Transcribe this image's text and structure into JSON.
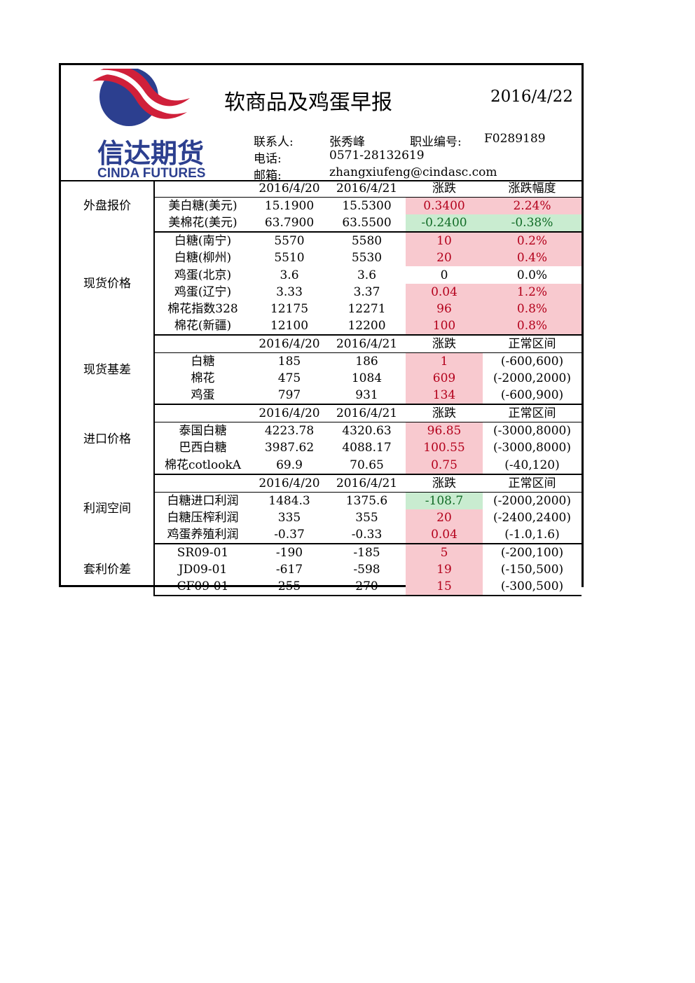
{
  "brand": {
    "logo_cn": "信达期货",
    "logo_en": "CINDA FUTURES",
    "colors": {
      "navy": "#2c3f8f",
      "red": "#d0203a",
      "pos_bg": "#f8c9cf",
      "neg_bg": "#c9ecd0"
    }
  },
  "header": {
    "title": "软商品及鸡蛋早报",
    "date": "2016/4/22",
    "contact_label": "联系人:",
    "contact_name": "张秀峰",
    "license_label": "职业编号:",
    "license_no": "F0289189",
    "phone_label": "电话:",
    "phone": "0571-28132619",
    "email_label": "邮箱:",
    "email": "zhangxiufeng@cindasc.com"
  },
  "sections": [
    {
      "name": "外盘报价",
      "header": [
        "",
        "2016/4/20",
        "2016/4/21",
        "涨跌",
        "涨跌幅度"
      ],
      "rows": [
        {
          "item": "美白糖(美元)",
          "prev": "15.1900",
          "curr": "15.5300",
          "chg": "0.3400",
          "extra": "2.24%",
          "sign": "pos",
          "extra_sign": "pos"
        },
        {
          "item": "美棉花(美元)",
          "prev": "63.7900",
          "curr": "63.5500",
          "chg": "-0.2400",
          "extra": "-0.38%",
          "sign": "neg",
          "extra_sign": "neg"
        }
      ]
    },
    {
      "name": "现货价格",
      "header": null,
      "rows": [
        {
          "item": "白糖(南宁)",
          "prev": "5570",
          "curr": "5580",
          "chg": "10",
          "extra": "0.2%",
          "sign": "pos",
          "extra_sign": "pos"
        },
        {
          "item": "白糖(柳州)",
          "prev": "5510",
          "curr": "5530",
          "chg": "20",
          "extra": "0.4%",
          "sign": "pos",
          "extra_sign": "pos"
        },
        {
          "item": "鸡蛋(北京)",
          "prev": "3.6",
          "curr": "3.6",
          "chg": "0",
          "extra": "0.0%",
          "sign": "zero",
          "extra_sign": "zero"
        },
        {
          "item": "鸡蛋(辽宁)",
          "prev": "3.33",
          "curr": "3.37",
          "chg": "0.04",
          "extra": "1.2%",
          "sign": "pos",
          "extra_sign": "pos"
        },
        {
          "item": "棉花指数328",
          "prev": "12175",
          "curr": "12271",
          "chg": "96",
          "extra": "0.8%",
          "sign": "pos",
          "extra_sign": "pos"
        },
        {
          "item": "棉花(新疆)",
          "prev": "12100",
          "curr": "12200",
          "chg": "100",
          "extra": "0.8%",
          "sign": "pos",
          "extra_sign": "pos"
        }
      ]
    },
    {
      "name": "现货基差",
      "header": [
        "",
        "2016/4/20",
        "2016/4/21",
        "涨跌",
        "正常区间"
      ],
      "rows": [
        {
          "item": "白糖",
          "prev": "185",
          "curr": "186",
          "chg": "1",
          "extra": "(-600,600)",
          "sign": "pos",
          "extra_sign": "zero"
        },
        {
          "item": "棉花",
          "prev": "475",
          "curr": "1084",
          "chg": "609",
          "extra": "(-2000,2000)",
          "sign": "pos",
          "extra_sign": "zero"
        },
        {
          "item": "鸡蛋",
          "prev": "797",
          "curr": "931",
          "chg": "134",
          "extra": "(-600,900)",
          "sign": "pos",
          "extra_sign": "zero"
        }
      ]
    },
    {
      "name": "进口价格",
      "header": [
        "",
        "2016/4/20",
        "2016/4/21",
        "涨跌",
        "正常区间"
      ],
      "rows": [
        {
          "item": "泰国白糖",
          "prev": "4223.78",
          "curr": "4320.63",
          "chg": "96.85",
          "extra": "(-3000,8000)",
          "sign": "pos",
          "extra_sign": "zero"
        },
        {
          "item": "巴西白糖",
          "prev": "3987.62",
          "curr": "4088.17",
          "chg": "100.55",
          "extra": "(-3000,8000)",
          "sign": "pos",
          "extra_sign": "zero"
        },
        {
          "item": "棉花cotlookA",
          "prev": "69.9",
          "curr": "70.65",
          "chg": "0.75",
          "extra": "(-40,120)",
          "sign": "pos",
          "extra_sign": "zero"
        }
      ]
    },
    {
      "name": "利润空间",
      "header": [
        "",
        "2016/4/20",
        "2016/4/21",
        "涨跌",
        "正常区间"
      ],
      "rows": [
        {
          "item": "白糖进口利润",
          "prev": "1484.3",
          "curr": "1375.6",
          "chg": "-108.7",
          "extra": "(-2000,2000)",
          "sign": "neg",
          "extra_sign": "zero"
        },
        {
          "item": "白糖压榨利润",
          "prev": "335",
          "curr": "355",
          "chg": "20",
          "extra": "(-2400,2400)",
          "sign": "pos",
          "extra_sign": "zero"
        },
        {
          "item": "鸡蛋养殖利润",
          "prev": "-0.37",
          "curr": "-0.33",
          "chg": "0.04",
          "extra": "(-1.0,1.6)",
          "sign": "pos",
          "extra_sign": "zero"
        }
      ]
    },
    {
      "name": "套利价差",
      "header": null,
      "rows": [
        {
          "item": "SR09-01",
          "prev": "-190",
          "curr": "-185",
          "chg": "5",
          "extra": "(-200,100)",
          "sign": "pos",
          "extra_sign": "zero"
        },
        {
          "item": "JD09-01",
          "prev": "-617",
          "curr": "-598",
          "chg": "19",
          "extra": "(-150,500)",
          "sign": "pos",
          "extra_sign": "zero"
        },
        {
          "item": "CF09-01",
          "prev": "255",
          "curr": "270",
          "chg": "15",
          "extra": "(-300,500)",
          "sign": "pos",
          "extra_sign": "zero"
        }
      ]
    }
  ]
}
